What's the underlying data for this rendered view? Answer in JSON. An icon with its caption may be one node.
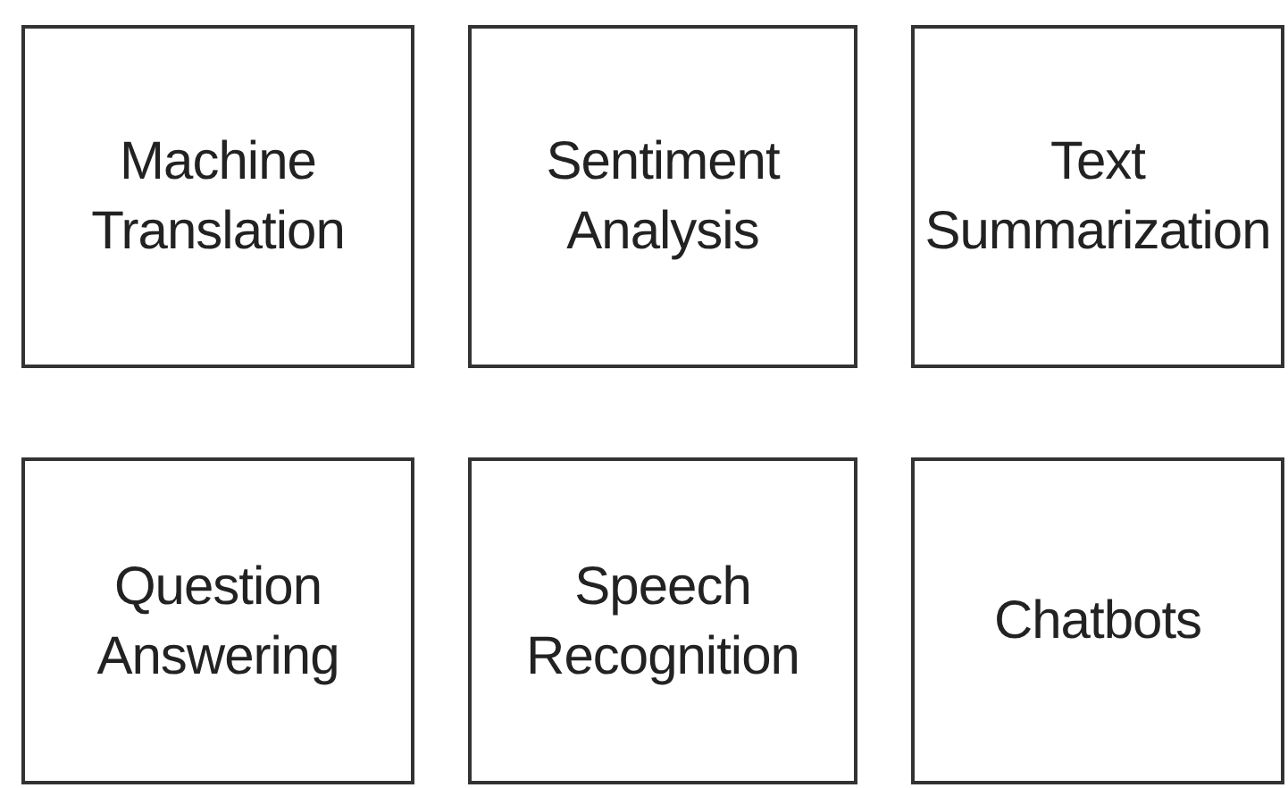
{
  "diagram": {
    "nodes": [
      {
        "text": [
          "Machine Translation"
        ]
      },
      {
        "text": [
          "Sentiment Analysis"
        ]
      },
      {
        "text": [
          "Text Summarization"
        ]
      },
      {
        "text": [
          "Question Answering"
        ]
      },
      {
        "text": [
          "Speech Recognition"
        ]
      },
      {
        "text": [
          "Chatbots"
        ]
      }
    ]
  }
}
